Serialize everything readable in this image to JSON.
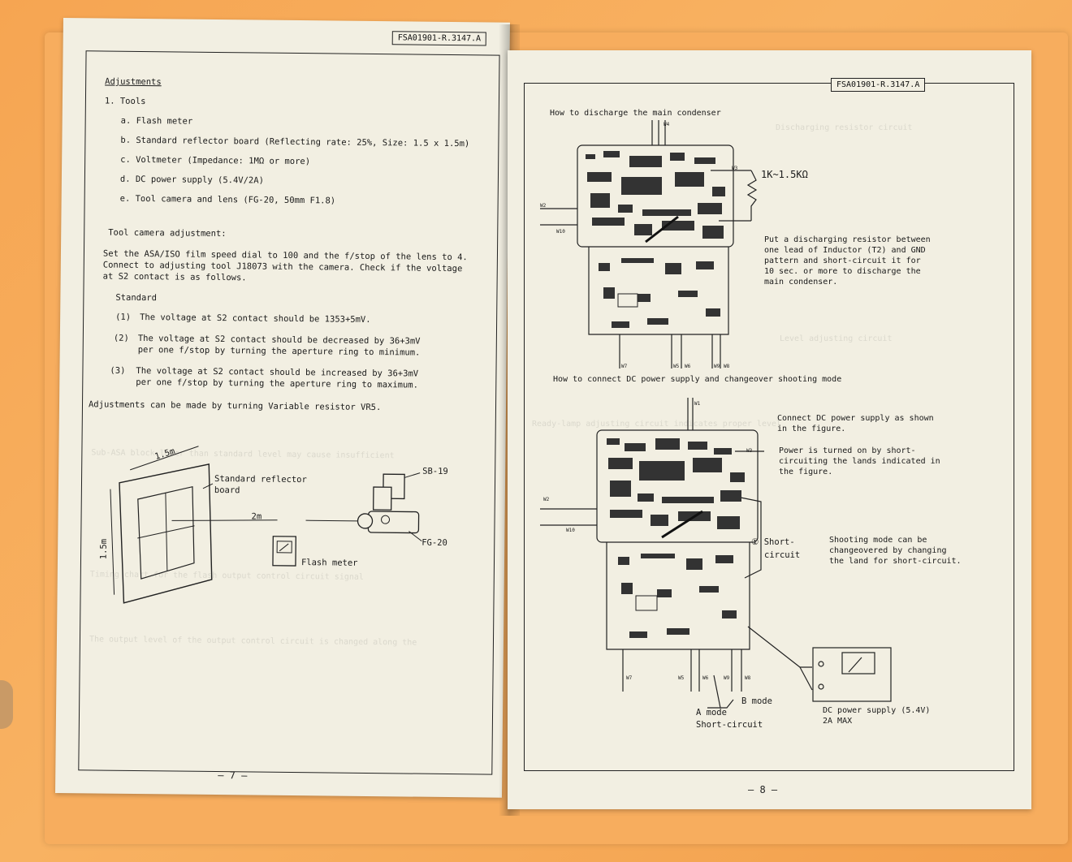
{
  "doc_code_left": "FSA01901-R.3147.A",
  "doc_code_right": "FSA01901-R.3147.A",
  "left": {
    "heading": "Adjustments",
    "tools_title": "1.  Tools",
    "tools": [
      "a.  Flash meter",
      "b.  Standard reflector board (Reflecting rate: 25%, Size: 1.5 x 1.5m)",
      "c.  Voltmeter (Impedance: 1MΩ  or more)",
      "d.  DC power supply (5.4V/2A)",
      "e.  Tool camera and lens (FG-20, 50mm F1.8)"
    ],
    "tool_cam_title": "Tool camera adjustment:",
    "para": [
      "Set the ASA/ISO film speed dial to 100 and the f/stop of the lens to 4.",
      "Connect to adjusting tool J18073 with the camera.  Check if the voltage",
      "at S2 contact is as follows."
    ],
    "standard_label": "Standard",
    "std_items": [
      {
        "num": "(1)",
        "lines": [
          "The voltage at S2 contact should be 1353+5mV."
        ]
      },
      {
        "num": "(2)",
        "lines": [
          "The voltage at S2 contact should be decreased by 36+3mV",
          "per one f/stop by turning the aperture ring to minimum."
        ]
      },
      {
        "num": "(3)",
        "lines": [
          "The voltage at S2 contact should be increased by 36+3mV",
          "per one f/stop by turning the aperture ring to maximum."
        ]
      }
    ],
    "closing": "Adjustments can be made by turning Variable resistor VR5.",
    "figure": {
      "dim_top": "1.5m",
      "dim_side": "1.5m",
      "distance": "2m",
      "board_label_1": "Standard reflector",
      "board_label_2": "board",
      "flash": "SB-19",
      "camera": "FG-20",
      "meter_label": "Flash meter"
    },
    "page_number": "— 7 —"
  },
  "right": {
    "fig1_title": "How to discharge the main condenser",
    "resistor_label": "1K~1.5KΩ",
    "fig1_note": [
      "Put a discharging resistor between",
      "one lead of Inductor (T2) and GND",
      "pattern and short-circuit it for",
      "10 sec. or more to discharge the",
      "main condenser."
    ],
    "fig2_title": "How to connect DC power supply and changeover shooting mode",
    "note_connect": [
      "Connect DC power supply as shown",
      "in the figure."
    ],
    "note_power": [
      "Power is turned on by short-",
      "circuiting the lands indicated in",
      "the figure."
    ],
    "short_circuit": [
      "① Short-",
      "circuit"
    ],
    "note_mode": [
      "Shooting mode can be",
      "changeovered by changing",
      "the land for short-circuit."
    ],
    "b_mode": "B mode",
    "a_mode": "A mode",
    "a_short": "Short-circuit",
    "dc_supply": "DC power supply  (5.4V)",
    "dc_max": "2A MAX",
    "wires": [
      "W1",
      "W2",
      "W3",
      "W4",
      "W5",
      "W6",
      "W7",
      "W8",
      "W9",
      "W10"
    ],
    "page_number": "— 8 —"
  }
}
